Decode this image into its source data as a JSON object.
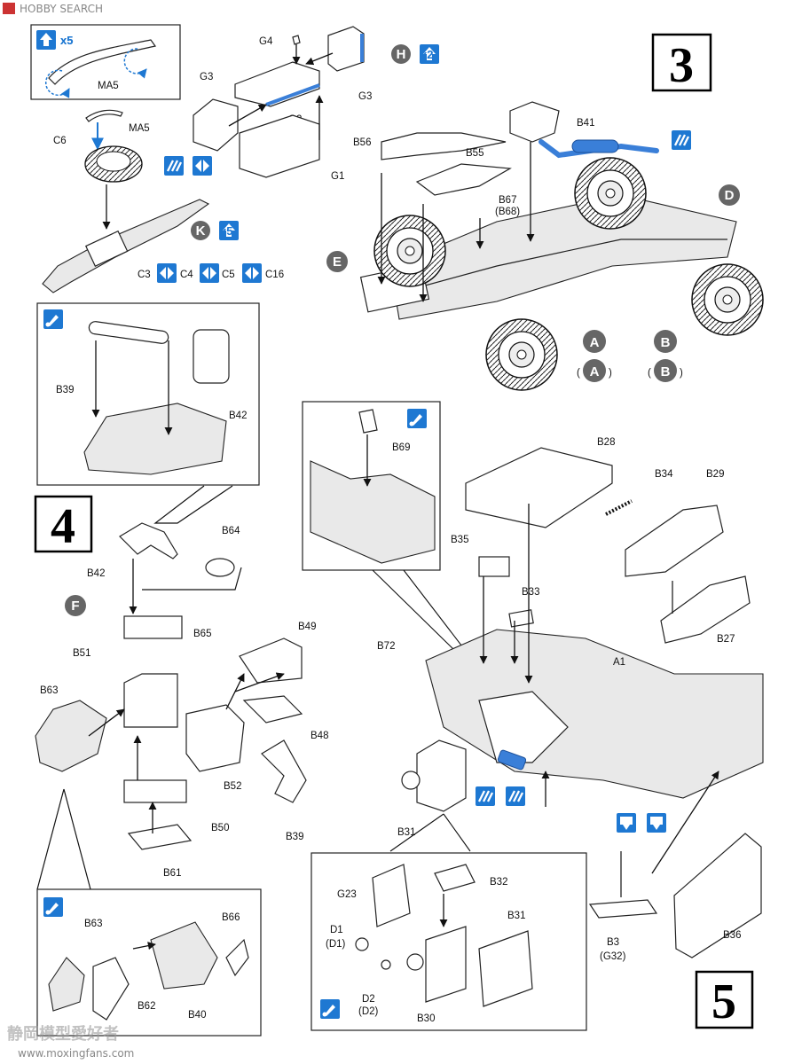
{
  "watermark": {
    "logo": "HOBBY SEARCH",
    "footer_logo": "静岡模型愛好者",
    "footer_url": "www.moxingfans.com"
  },
  "steps": {
    "s3": "3",
    "s4": "4",
    "s5": "5"
  },
  "multipliers": {
    "ma5": "x5",
    "h": "x2",
    "k": "x5"
  },
  "circle_refs": {
    "H": "H",
    "K": "K",
    "D": "D",
    "E": "E",
    "A": "A",
    "A2": "A",
    "B": "B",
    "B2": "B",
    "F": "F"
  },
  "labels": {
    "ma5_inset": "MA5",
    "ma5": "MA5",
    "c6": "C6",
    "g4": "G4",
    "g3a": "G3",
    "g3b": "G3",
    "g2": "G2",
    "g1": "G1",
    "c3": "C3",
    "c4": "C4",
    "c5": "C5",
    "c16": "C16",
    "b56": "B56",
    "b55": "B55",
    "b41": "B41",
    "b67": "B67",
    "b68": "(B68)",
    "b39a": "B39",
    "b42a": "B42",
    "b42b": "B42",
    "b64": "B64",
    "b65": "B65",
    "b51": "B51",
    "b49": "B49",
    "b63a": "B63",
    "b48": "B48",
    "b52": "B52",
    "b50": "B50",
    "b39b": "B39",
    "b61": "B61",
    "b63b": "B63",
    "b66": "B66",
    "b62": "B62",
    "b40": "B40",
    "b69": "B69",
    "b28": "B28",
    "b34": "B34",
    "b29": "B29",
    "b35": "B35",
    "b33": "B33",
    "b27": "B27",
    "b72": "B72",
    "a1": "A1",
    "b31a": "B31",
    "b3": "B3",
    "g32": "(G32)",
    "b36": "B36",
    "g23": "G23",
    "b32": "B32",
    "b31b": "B31",
    "d1": "D1",
    "d1b": "(D1)",
    "d2": "D2",
    "d2b": "(D2)",
    "b30": "B30"
  },
  "icons": {
    "paint": "paint-icon",
    "glue": "cement-icon",
    "mirror": "mirror-parts-icon",
    "flip": "flip-icon",
    "repeat": "repeat-icon"
  },
  "colors": {
    "accent": "#3a7fd8",
    "accent_dark": "#1b4f99",
    "ink": "#111111"
  }
}
